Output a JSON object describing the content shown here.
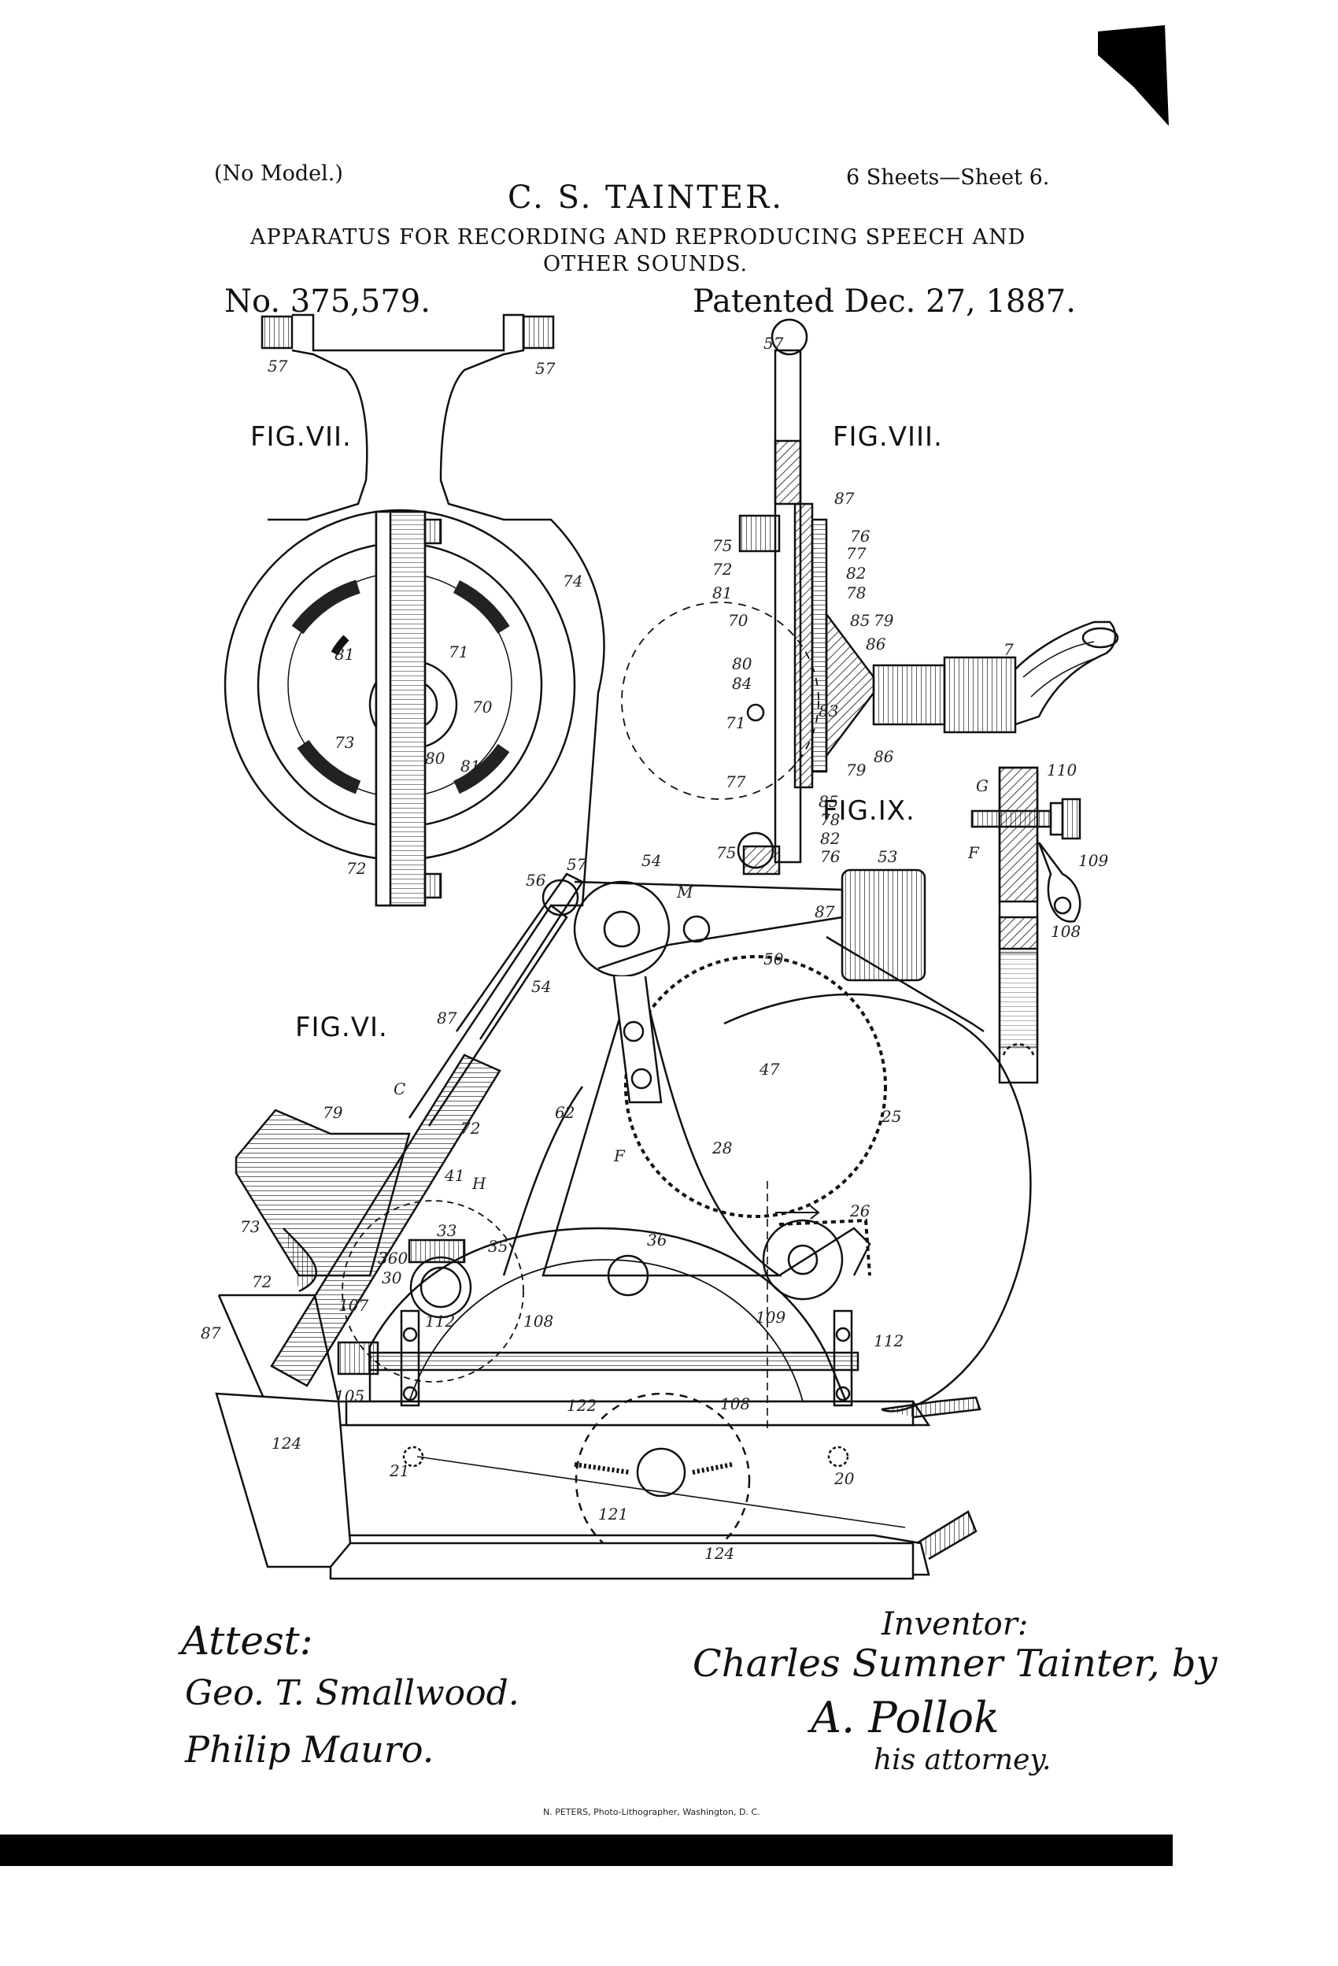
{
  "header": {
    "no_model": "(No Model.)",
    "sheets": "6 Sheets—Sheet 6.",
    "inventor_name": "C. S. TAINTER.",
    "title_line1": "APPARATUS FOR RECORDING AND REPRODUCING SPEECH AND",
    "title_line2": "OTHER SOUNDS.",
    "patent_number": "No. 375,579.",
    "patent_date": "Patented Dec. 27, 1887."
  },
  "figures": {
    "fig7": "FIG.VII.",
    "fig8": "FIG.VIII.",
    "fig9": "FIG.IX.",
    "fig6": "FIG.VI."
  },
  "reference_numerals": {
    "fig7": [
      "57",
      "57",
      "74",
      "81",
      "71",
      "70",
      "73",
      "80",
      "81",
      "72"
    ],
    "fig8": [
      "57",
      "87",
      "76",
      "75",
      "77",
      "72",
      "82",
      "81",
      "78",
      "70",
      "85",
      "79",
      "86",
      "7",
      "80",
      "84",
      "83",
      "71",
      "86",
      "79",
      "77",
      "85",
      "78",
      "82",
      "75",
      "76",
      "87"
    ],
    "fig9": [
      "G",
      "110",
      "F",
      "109",
      "108"
    ],
    "fig6": [
      "56",
      "57",
      "54",
      "M",
      "53",
      "50",
      "54",
      "87",
      "C",
      "47",
      "25",
      "79",
      "72",
      "62",
      "F",
      "28",
      "41",
      "H",
      "26",
      "73",
      "33",
      "35",
      "36",
      "360",
      "30",
      "72",
      "107",
      "108",
      "109",
      "112",
      "87",
      "105",
      "112",
      "122",
      "108",
      "124",
      "21",
      "20",
      "121",
      "124"
    ]
  },
  "signatures": {
    "attest_label": "Attest:",
    "witness1": "Geo. T. Smallwood.",
    "witness2": "Philip Mauro.",
    "inventor_label": "Inventor:",
    "inventor_sig": "Charles Sumner Tainter, by",
    "attorney_sig": "A. Pollok",
    "attorney_label": "his attorney."
  },
  "footer": {
    "lithographer": "N. PETERS, Photo-Lithographer, Washington, D. C."
  },
  "colors": {
    "ink": "#111111",
    "paper": "#ffffff"
  }
}
